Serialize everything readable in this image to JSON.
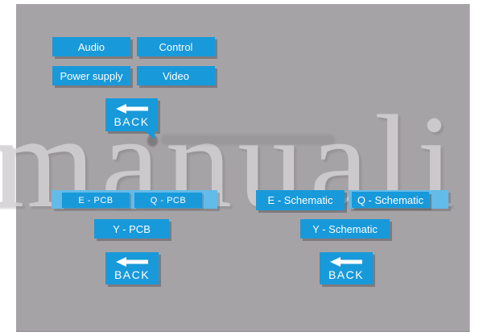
{
  "watermark": {
    "text": "manuali"
  },
  "top_menu": {
    "items": [
      "Audio",
      "Control",
      "Power supply",
      "Video"
    ]
  },
  "pcb_menu": {
    "items": [
      "E - PCB",
      "Q - PCB",
      "Y - PCB"
    ]
  },
  "schematic_menu": {
    "items": [
      "E - Schematic",
      "Q - Schematic",
      "Y - Schematic"
    ]
  },
  "back_buttons": {
    "top": "BACK",
    "pcb_row": "BACK",
    "schematic_row": "BACK"
  },
  "colors": {
    "accent_blue": "#1899da",
    "highlight_band_blue": "#63bbea",
    "panel_gray": "#a6a3a6",
    "watermark_gray": "#d2d0d2",
    "text_white": "#ffffff"
  }
}
